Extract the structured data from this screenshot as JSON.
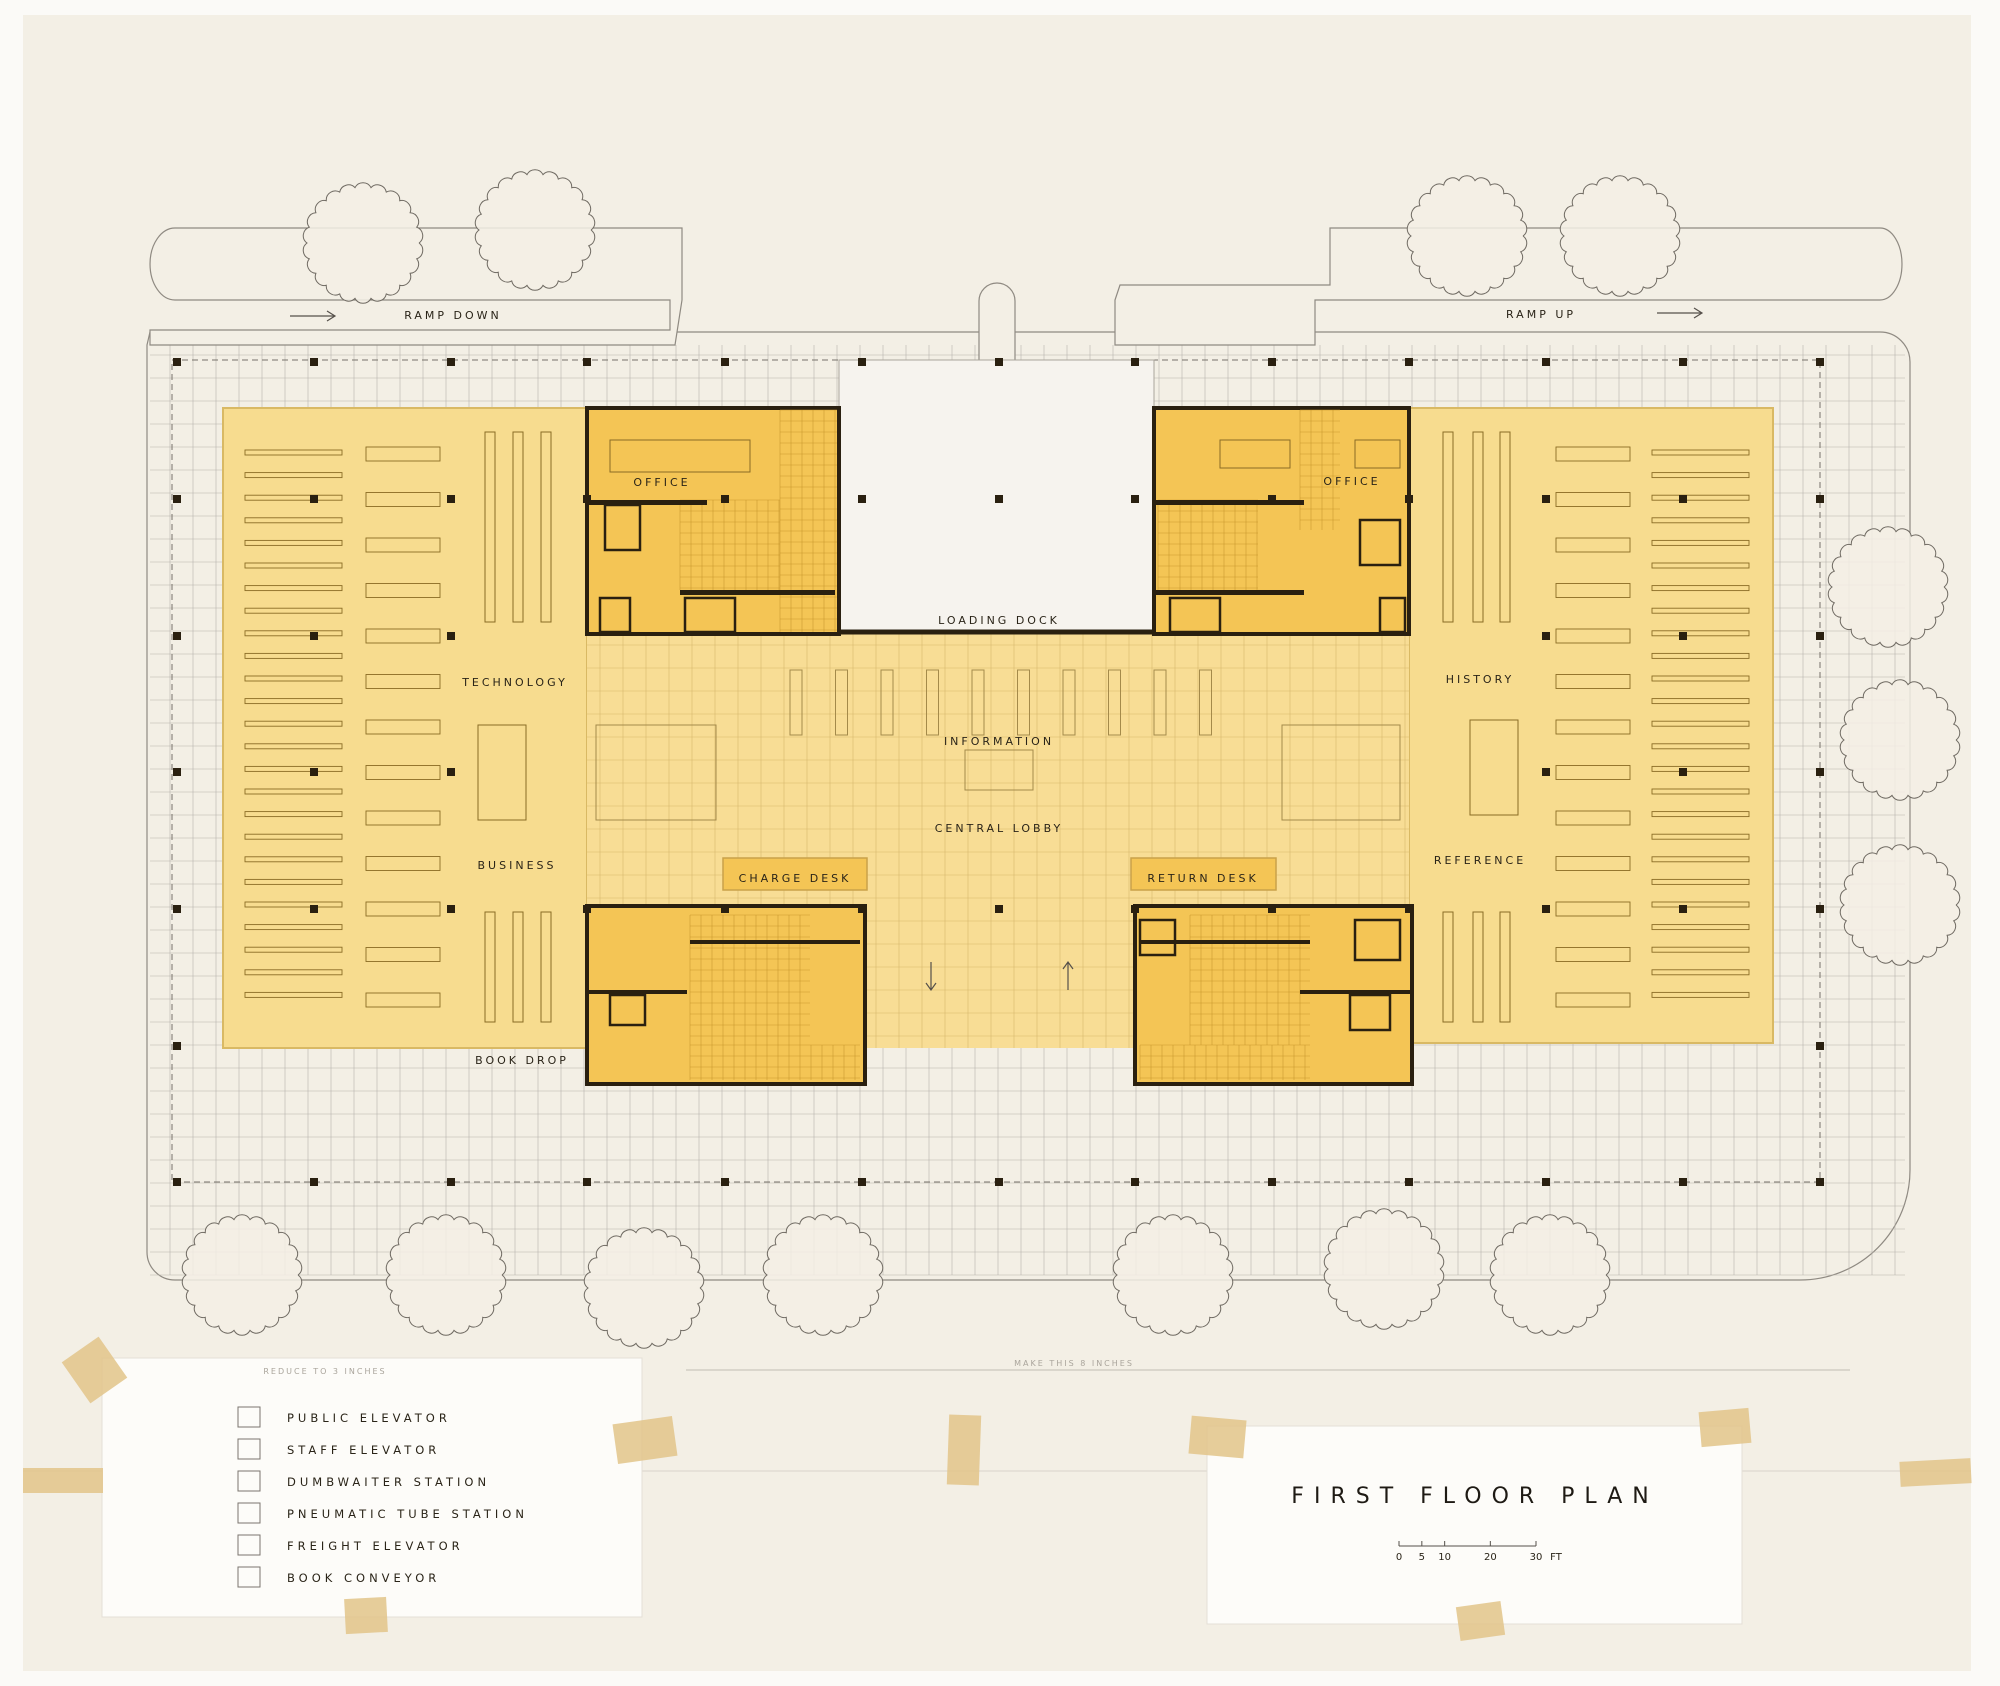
{
  "colors": {
    "paper": "#f3efe5",
    "wing_fill": "#f7dc8f",
    "core_fill": "#f4c555",
    "wall": "#2a2010",
    "grid_line": "#b8b3ab",
    "tape": "#e2c48a"
  },
  "plan": {
    "labels": {
      "ramp_down": "RAMP  DOWN",
      "ramp_up": "RAMP  UP",
      "office_left": "OFFICE",
      "office_right": "OFFICE",
      "loading_dock": "LOADING  DOCK",
      "technology": "TECHNOLOGY",
      "history": "HISTORY",
      "information": "INFORMATION",
      "central_lobby": "CENTRAL  LOBBY",
      "business": "BUSINESS",
      "reference": "REFERENCE",
      "charge_desk": "CHARGE  DESK",
      "return_desk": "RETURN  DESK",
      "book_drop": "BOOK  DROP"
    },
    "icons": [
      "tree-icon",
      "arrow-right-icon",
      "arrow-up-icon",
      "arrow-down-icon",
      "column-icon"
    ]
  },
  "legend": {
    "note": "REDUCE TO 3 INCHES",
    "items": [
      {
        "label": "PUBLIC  ELEVATOR"
      },
      {
        "label": "STAFF  ELEVATOR"
      },
      {
        "label": "DUMBWAITER  STATION"
      },
      {
        "label": "PNEUMATIC  TUBE  STATION"
      },
      {
        "label": "FREIGHT  ELEVATOR"
      },
      {
        "label": "BOOK  CONVEYOR"
      }
    ]
  },
  "title_card": {
    "title": "FIRST   FLOOR   PLAN",
    "scale": {
      "ticks": [
        "0",
        "5",
        "10",
        "20",
        "30"
      ],
      "unit": "FT"
    }
  },
  "notes": {
    "make_size": "MAKE THIS 8 INCHES"
  }
}
